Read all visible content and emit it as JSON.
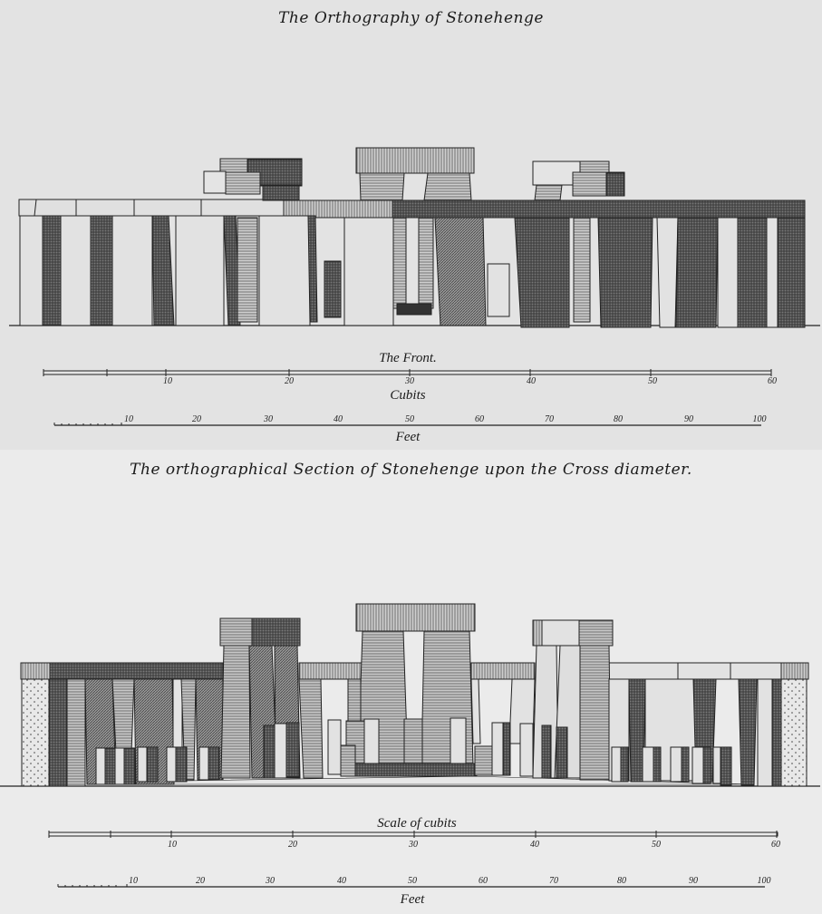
{
  "plate": {
    "top": {
      "title": "The Orthography of Stonehenge",
      "caption": "The Front.",
      "cubits_label": "Cubits",
      "feet_label": "Feet"
    },
    "bottom": {
      "title": "The orthographical Section of Stonehenge upon the Cross  diameter.",
      "cubits_label": "Scale of cubits",
      "feet_label": "Feet"
    }
  },
  "scales": {
    "cubits": {
      "unit": "cubits",
      "ticks": [
        "10",
        "20",
        "30",
        "40",
        "50",
        "60"
      ],
      "range": [
        0,
        60
      ]
    },
    "feet": {
      "unit": "feet",
      "ticks": [
        "10",
        "20",
        "30",
        "40",
        "50",
        "60",
        "70",
        "80",
        "90",
        "100"
      ],
      "range": [
        0,
        100
      ]
    }
  },
  "colors": {
    "paper": "#e6e6e6",
    "ink": "#1e1e1e",
    "stone_light": "#d8d8d8",
    "stone_mid": "#8a8a8a",
    "stone_dark": "#4a4a4a"
  }
}
